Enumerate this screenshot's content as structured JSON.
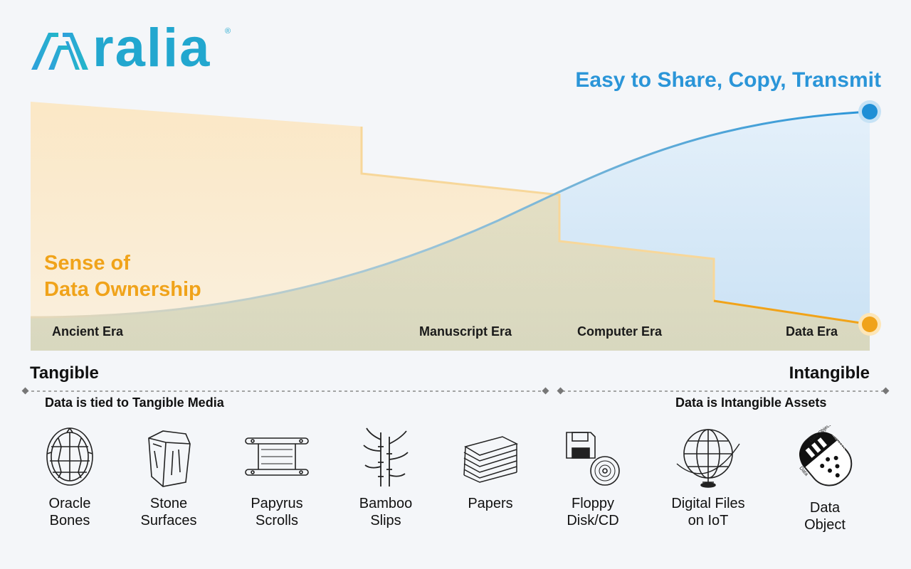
{
  "logo": {
    "text": "ralia",
    "reg": "®"
  },
  "headline_share": "Easy to Share, Copy, Transmit",
  "headline_ownership_1": "Sense of",
  "headline_ownership_2": "Data Ownership",
  "eras": [
    {
      "label": "Ancient Era"
    },
    {
      "label": "Manuscript Era"
    },
    {
      "label": "Computer Era"
    },
    {
      "label": "Data Era"
    }
  ],
  "axis": {
    "left_label": "Tangible",
    "right_label": "Intangible",
    "left_caption": "Data is tied to Tangible Media",
    "right_caption": "Data is Intangible Assets"
  },
  "media": [
    {
      "label": "Oracle\nBones",
      "icon": "turtle-shell-icon"
    },
    {
      "label": "Stone\nSurfaces",
      "icon": "stone-block-icon"
    },
    {
      "label": "Papyrus\nScrolls",
      "icon": "scroll-icon"
    },
    {
      "label": "Bamboo\nSlips",
      "icon": "bamboo-icon"
    },
    {
      "label": "Papers",
      "icon": "paper-stack-icon"
    },
    {
      "label": "Floppy\nDisk/CD",
      "icon": "floppy-cd-icon"
    },
    {
      "label": "Digital Files\non IoT",
      "icon": "globe-icon"
    },
    {
      "label": "Data\nObject",
      "icon": "data-object-icon"
    }
  ],
  "data_object_icon_text": {
    "a": "Data Object",
    "b": "Methods",
    "c": "Data"
  },
  "colors": {
    "blue": "#2a95d8",
    "orange": "#f0a31a",
    "logo": "#22a7cf",
    "ground": "#cdcfb0"
  }
}
